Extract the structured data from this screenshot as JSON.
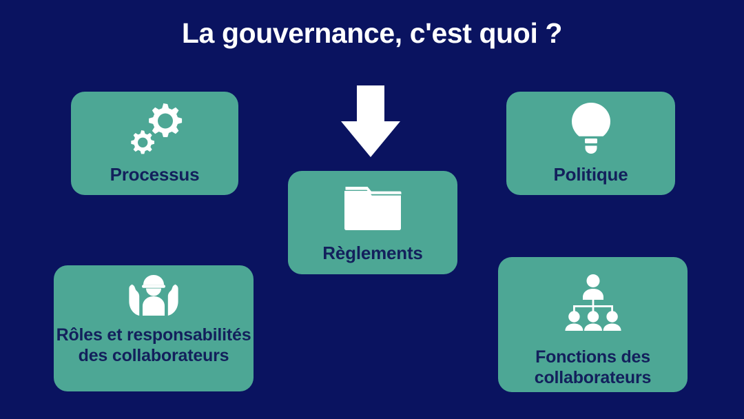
{
  "slide": {
    "title": "La gouvernance, c'est quoi ?",
    "background_color": "#0a1360",
    "card_color": "#4da795",
    "card_text_color": "#13205c",
    "icon_color": "#ffffff",
    "title_color": "#ffffff"
  },
  "arrow": {
    "icon": "arrow-down-icon",
    "direction": "down",
    "color": "#ffffff"
  },
  "cards": [
    {
      "id": "processus",
      "label": "Processus",
      "icon": "gears-icon"
    },
    {
      "id": "politique",
      "label": "Politique",
      "icon": "lightbulb-icon"
    },
    {
      "id": "reglements",
      "label": "Règlements",
      "icon": "folder-icon"
    },
    {
      "id": "roles",
      "label": "Rôles et responsabilités des collaborateurs",
      "label_line1": "Rôles et",
      "label_line2": "responsabilités",
      "label_line3": "des collaborateurs",
      "icon": "hands-holding-person-icon"
    },
    {
      "id": "fonctions",
      "label": "Fonctions des collaborateurs",
      "label_line1": "Fonctions des",
      "label_line2": "collaborateurs",
      "icon": "org-chart-icon"
    }
  ]
}
